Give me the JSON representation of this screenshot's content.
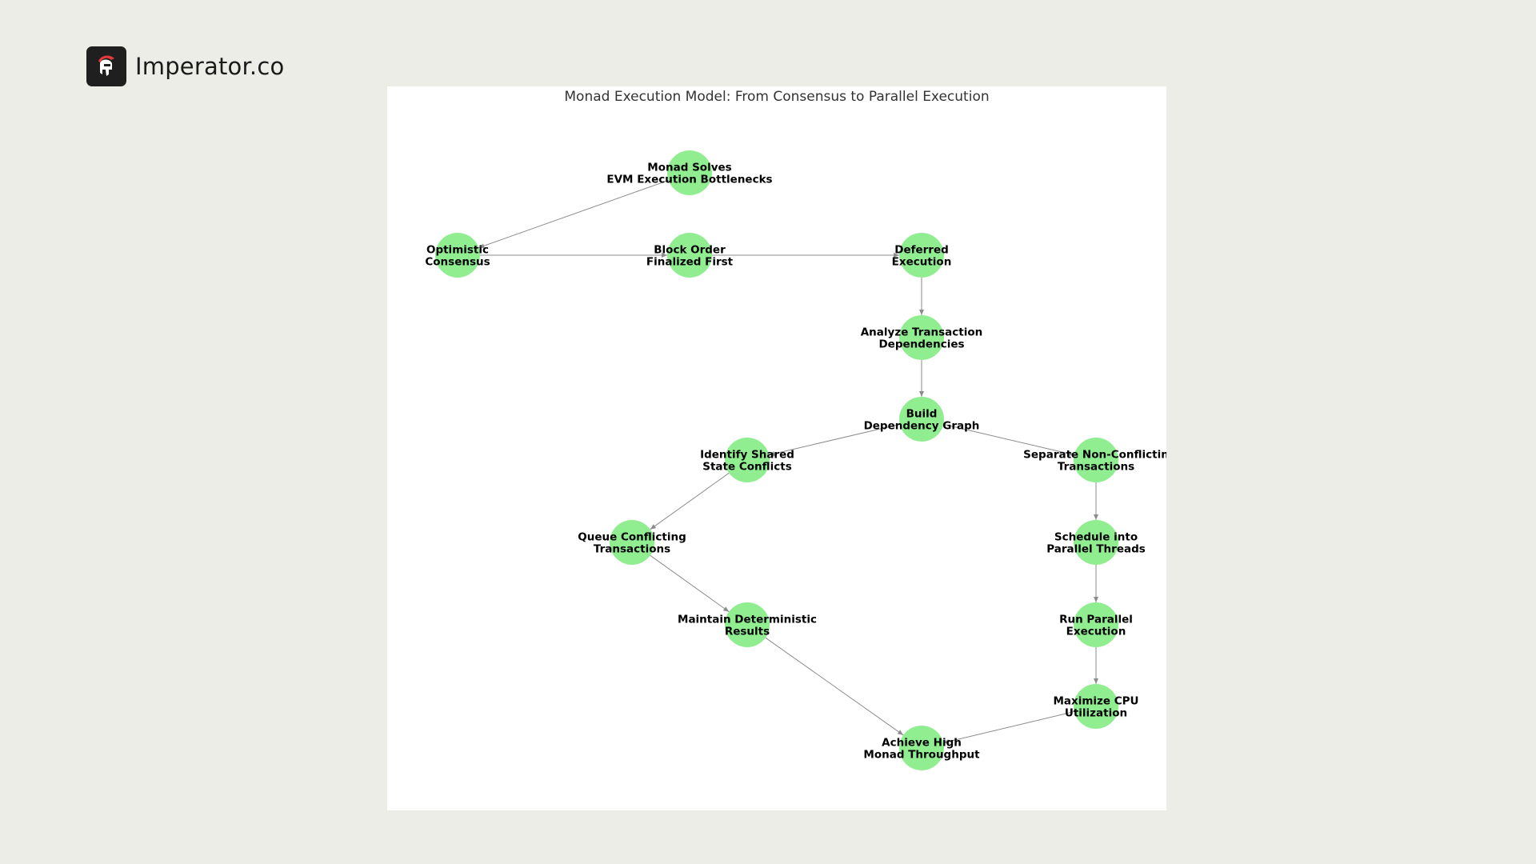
{
  "brand": {
    "name": "Imperator.co",
    "logo_icon": "spartan-helmet-icon"
  },
  "colors": {
    "node": "#90ee90",
    "edge": "#8c8c8c",
    "background": "#ecede6",
    "panel": "#ffffff",
    "accent": "#e03a3a"
  },
  "diagram": {
    "title": "Monad Execution Model: From Consensus to Parallel Execution",
    "nodes": [
      {
        "id": "monad-solves",
        "lines": [
          "Monad Solves",
          "EVM Execution Bottlenecks"
        ]
      },
      {
        "id": "optimistic-consensus",
        "lines": [
          "Optimistic",
          "Consensus"
        ]
      },
      {
        "id": "block-order",
        "lines": [
          "Block Order",
          "Finalized First"
        ]
      },
      {
        "id": "deferred-execution",
        "lines": [
          "Deferred",
          "Execution"
        ]
      },
      {
        "id": "analyze-dependencies",
        "lines": [
          "Analyze Transaction",
          "Dependencies"
        ]
      },
      {
        "id": "build-graph",
        "lines": [
          "Build",
          "Dependency Graph"
        ]
      },
      {
        "id": "identify-conflicts",
        "lines": [
          "Identify Shared",
          "State Conflicts"
        ]
      },
      {
        "id": "separate-nonconflicting",
        "lines": [
          "Separate Non-Conflictin",
          "Transactions"
        ]
      },
      {
        "id": "queue-conflicting",
        "lines": [
          "Queue Conflicting",
          "Transactions"
        ]
      },
      {
        "id": "schedule-threads",
        "lines": [
          "Schedule into",
          "Parallel Threads"
        ]
      },
      {
        "id": "maintain-deterministic",
        "lines": [
          "Maintain Deterministic",
          "Results"
        ]
      },
      {
        "id": "run-parallel",
        "lines": [
          "Run Parallel",
          "Execution"
        ]
      },
      {
        "id": "maximize-cpu",
        "lines": [
          "Maximize CPU",
          "Utilization"
        ]
      },
      {
        "id": "achieve-throughput",
        "lines": [
          "Achieve High",
          "Monad Throughput"
        ]
      }
    ],
    "edges": [
      [
        "monad-solves",
        "optimistic-consensus"
      ],
      [
        "optimistic-consensus",
        "block-order"
      ],
      [
        "block-order",
        "deferred-execution"
      ],
      [
        "deferred-execution",
        "analyze-dependencies"
      ],
      [
        "analyze-dependencies",
        "build-graph"
      ],
      [
        "build-graph",
        "identify-conflicts"
      ],
      [
        "build-graph",
        "separate-nonconflicting"
      ],
      [
        "identify-conflicts",
        "queue-conflicting"
      ],
      [
        "queue-conflicting",
        "maintain-deterministic"
      ],
      [
        "maintain-deterministic",
        "achieve-throughput"
      ],
      [
        "separate-nonconflicting",
        "schedule-threads"
      ],
      [
        "schedule-threads",
        "run-parallel"
      ],
      [
        "run-parallel",
        "maximize-cpu"
      ],
      [
        "maximize-cpu",
        "achieve-throughput"
      ]
    ]
  }
}
